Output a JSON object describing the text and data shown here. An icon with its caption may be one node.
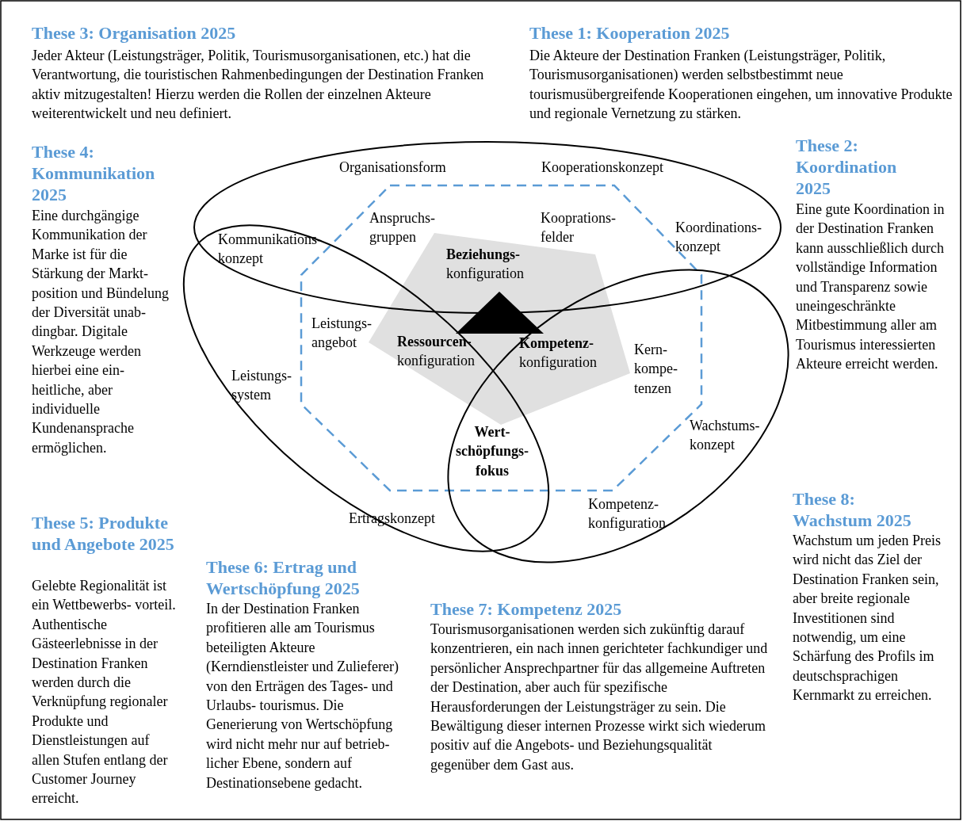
{
  "diagram": {
    "nodes": [
      {
        "text": [],
        "shape": "triangle"
      }
    ],
    "labels": [
      "These 3: Organisation 2025",
      "Jeder Akteur (Leistungsträger, Politik, Tourismusorganisationen, etc.) hat die Verantwortung, die touristischen Rahmenbedingungen der Destination Franken aktiv mitzugestalten! Hierzu werden die Rollen der einzelnen Akteure weiterentwickelt und neu definiert.",
      "These 1: Kooperation 2025",
      "Die Akteure der Destination Franken (Leistungsträger, Politik, Tourismusorganisationen) werden selbstbestimmt neue tourismusübergreifende Kooperationen eingehen, um innovative Produkte und regionale Vernetzung zu stärken.",
      "These 4: Kommunikation 2025",
      "Eine durchgängige Kommunikation der Marke ist für die Stärkung der Markt- position und Bündelung der Diversität unab- dingbar. Digitale Werkzeuge werden hierbei eine ein- heitliche, aber individuelle Kundenansprache ermöglichen.",
      "These 2: Koordination 2025",
      "Eine gute Koordination in der Destination Franken kann ausschließlich durch vollständige Information und Transparenz sowie uneingeschränkte Mitbestimmung aller am Tourismus interessierten Akteure erreicht werden.",
      "Organisationsform",
      "Kooperationskonzept",
      "Anspruchs- gruppen",
      "Kooprations- felder",
      "Kommunikations- konzept",
      "Koordinations- konzept",
      "**Beziehungs-** konfiguration",
      "Leistungs- angebot",
      "**Ressourcen-** konfiguration",
      "**Kompetenz-** konfiguration",
      "Kern- kompe- tenzen",
      "Leistungs- system",
      "Wert- schöpfungs- fokus",
      "Wachstums- konzept",
      "Ertragskonzept",
      "Kompetenz- konfiguration",
      "These 8: Wachstum 2025",
      "Wachstum um jeden Preis wird nicht das Ziel der Destination Franken sein, aber breite regionale Investitionen sind notwendig, um eine Schärfung des Profils im deutschsprachigen Kernmarkt zu erreichen.",
      "These 5: Produkte und Angebote 2025",
      "Gelebte Regionalität ist ein Wettbewerbs- vorteil. Authentische Gästeerlebnisse in der Destination Franken werden durch die Verknüpfung regionaler Produkte und Dienstleistungen auf allen Stufen entlang der Customer Journey erreicht.",
      "These 6: Ertrag und Wertschöpfung 2025",
      "In der Destination Franken profitieren alle am Tourismus beteiligten Akteure (Kerndienstleister und Zulieferer) von den Erträgen des Tages- und Urlaubs- tourismus. Die Generierung von Wertschöpfung wird nicht mehr nur auf betrieb- licher Ebene, sondern auf Destinationsebene gedacht.",
      "These 7: Kompetenz 2025",
      "Tourismusorganisationen werden sich zukünftig darauf konzentrieren, ein nach innen gerichteter fachkundiger und persönlicher Ansprechpartner für das allgemeine Auftreten der Destination, aber auch für spezifische Herausforderungen der Leistungsträger zu sein. Die Bewältigung dieser internen Prozesse wirkt sich wiederum positiv auf die Angebots- und Beziehungsqualität gegenüber dem Gast aus."
    ]
  }
}
